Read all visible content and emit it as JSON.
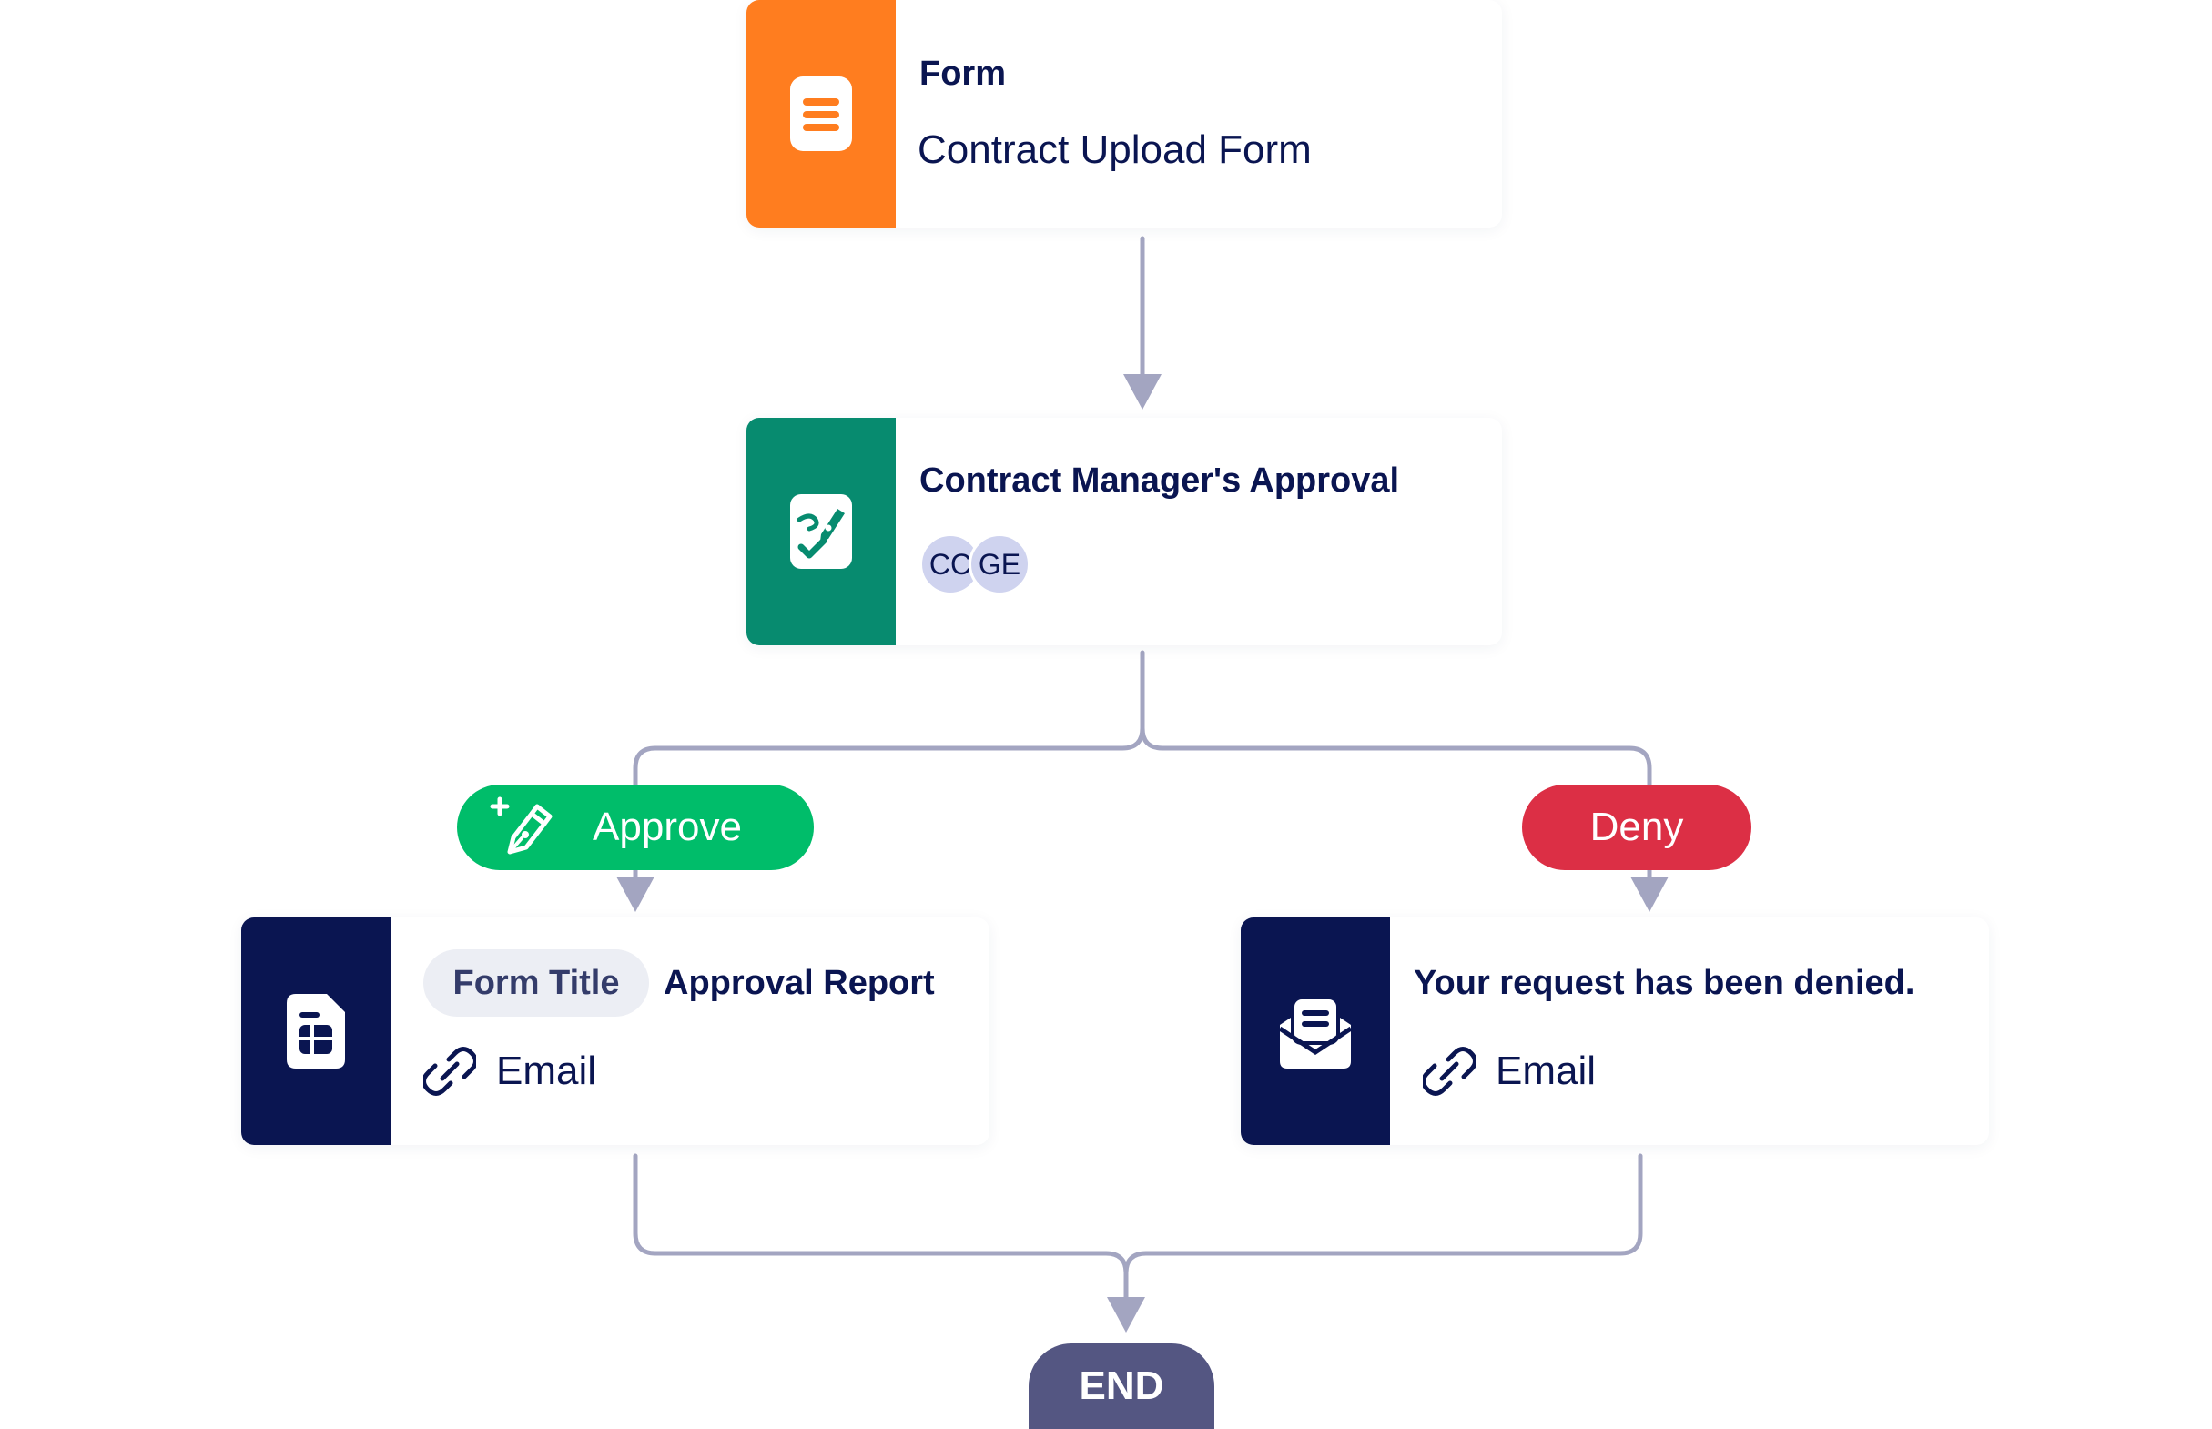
{
  "colors": {
    "form": "#ff7d1f",
    "approval": "#078b6f",
    "action": "#0a1551",
    "approve": "#00bd6a",
    "deny": "#dc2f45",
    "end": "#545682",
    "connector": "#a3a5c1"
  },
  "form_node": {
    "type_label": "Form",
    "title": "Contract Upload Form",
    "icon": "form-document-icon"
  },
  "approval_node": {
    "title": "Contract Manager's Approval",
    "icon": "signature-check-icon",
    "assignees": [
      "CC",
      "GE"
    ]
  },
  "branches": {
    "approve": {
      "label": "Approve",
      "icon": "pen-sparkle-icon"
    },
    "deny": {
      "label": "Deny"
    }
  },
  "report_node": {
    "tag": "Form Title",
    "title": "Approval Report",
    "link_label": "Email",
    "icon": "spreadsheet-document-icon",
    "link_icon": "link-icon"
  },
  "deny_node": {
    "title": "Your request has been denied.",
    "link_label": "Email",
    "icon": "open-envelope-icon",
    "link_icon": "link-icon"
  },
  "end_node": {
    "label": "END"
  }
}
